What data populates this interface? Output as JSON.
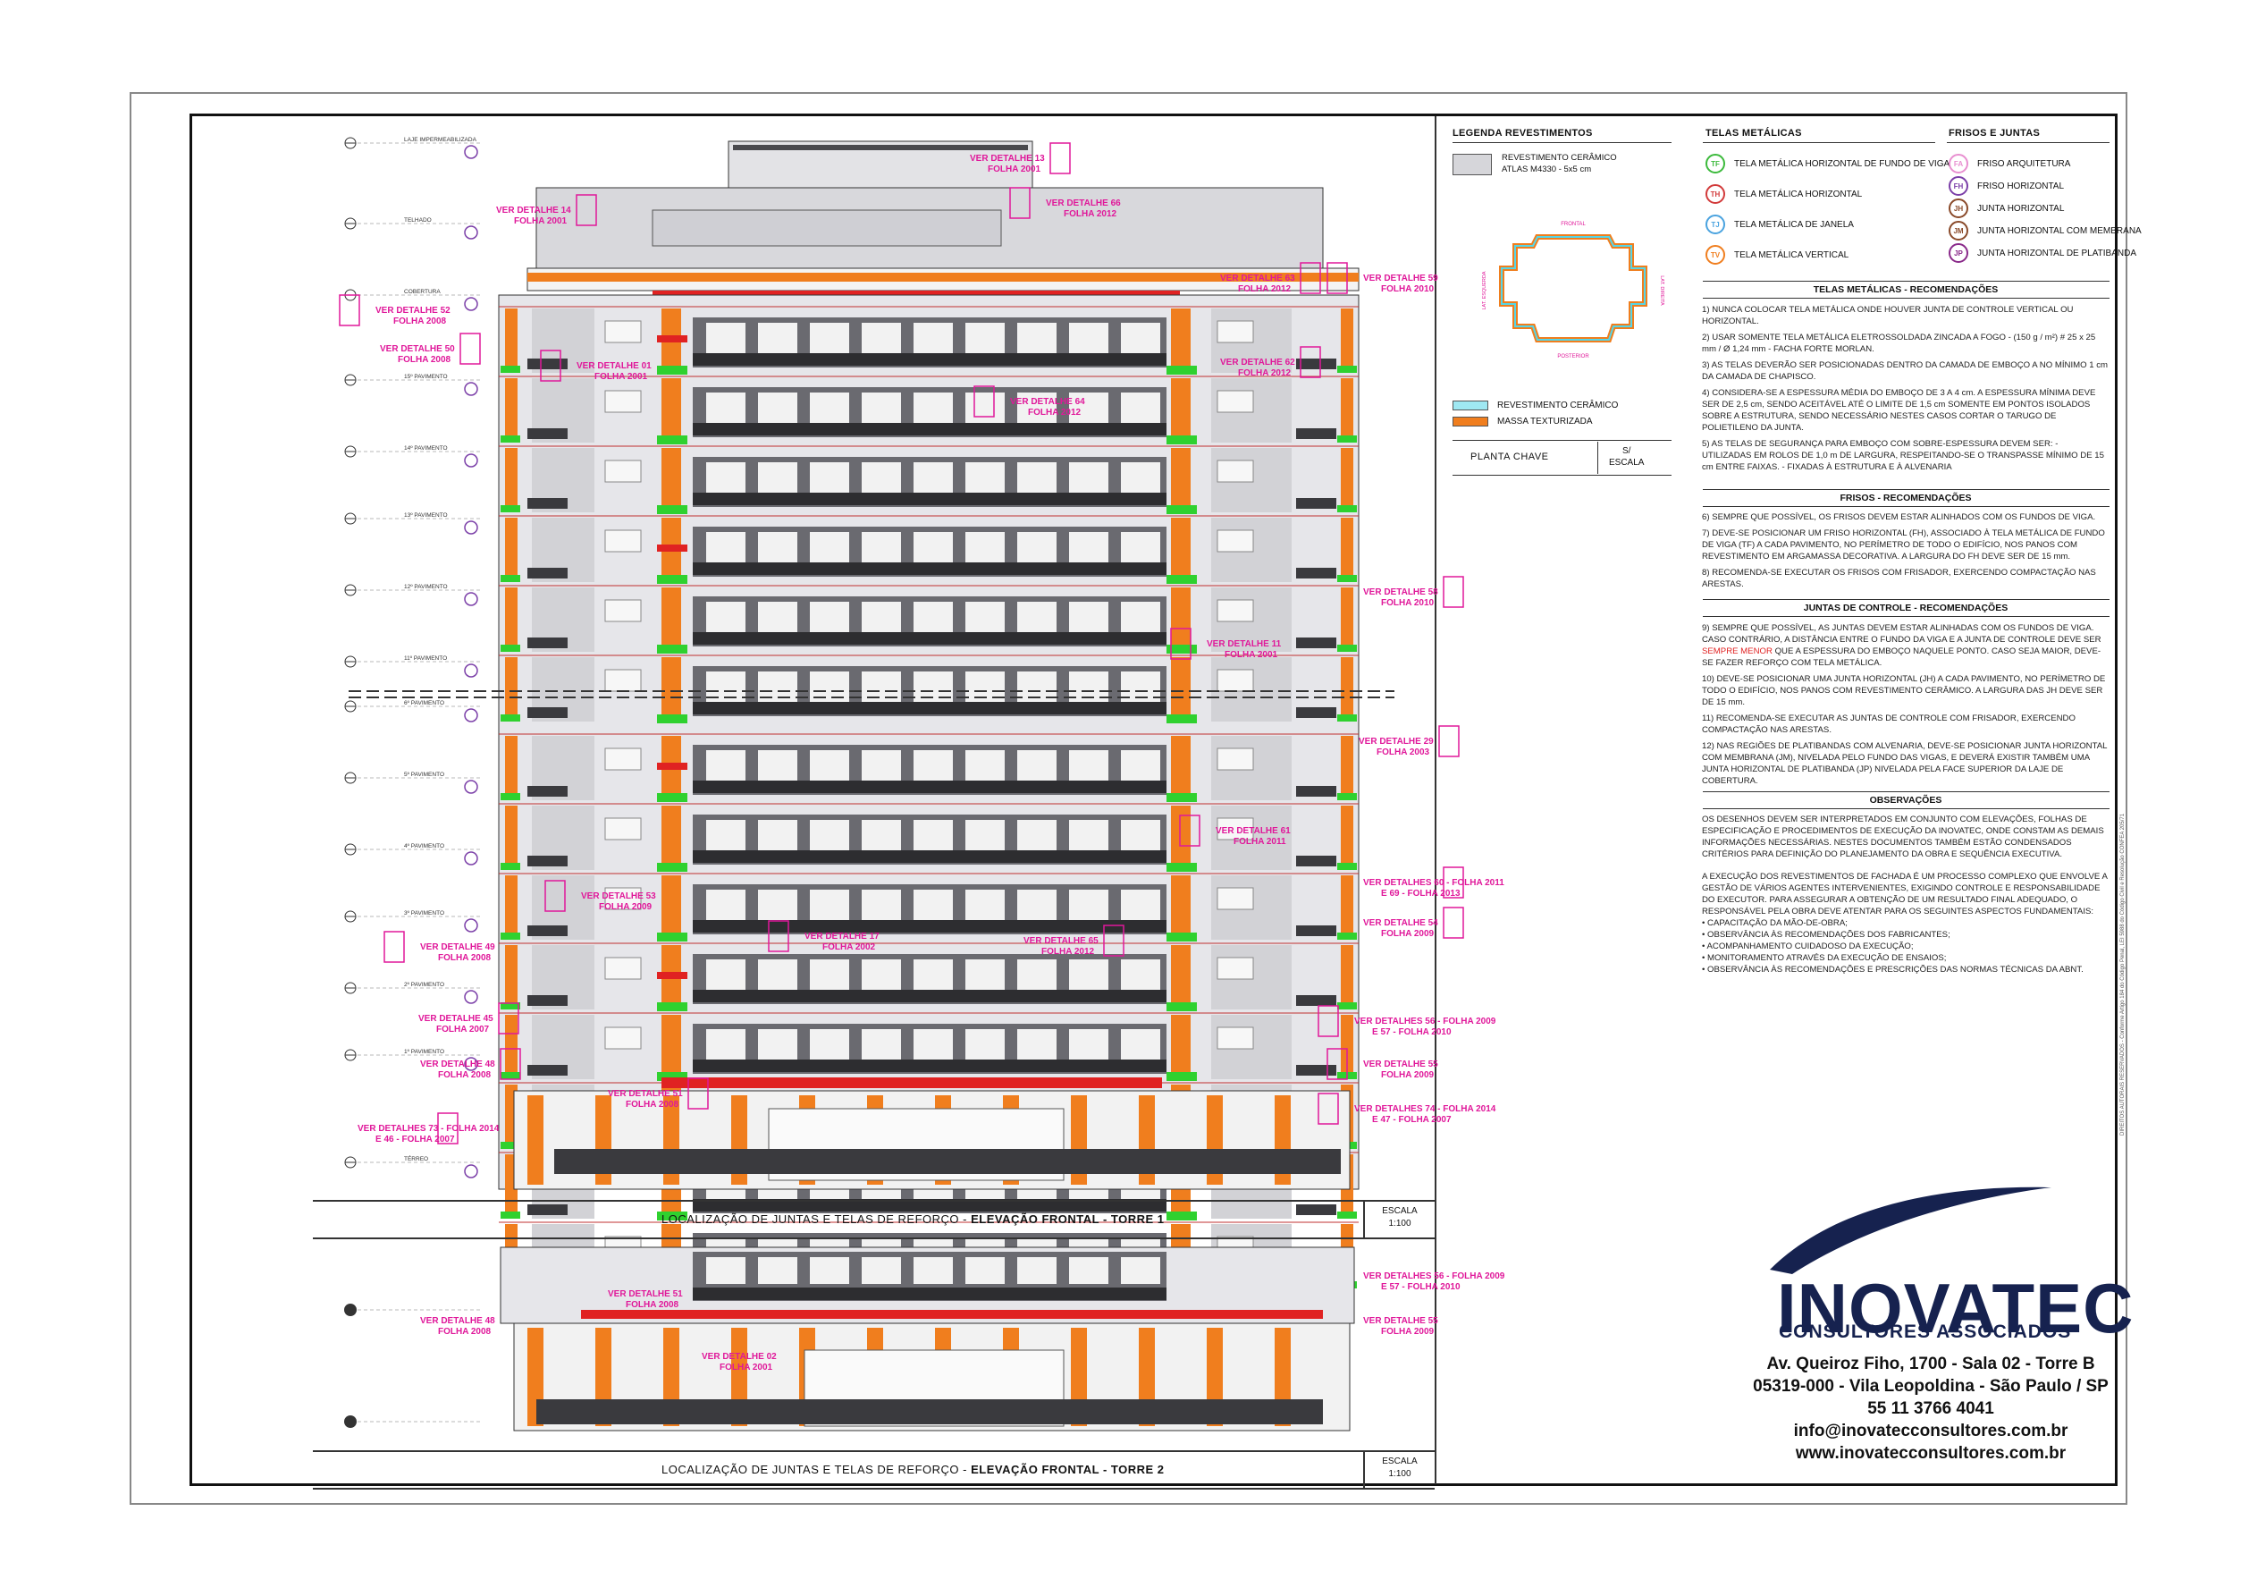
{
  "legend": {
    "title": "LEGENDA REVESTIMENTOS",
    "ceramic_label_1": "REVESTIMENTO CERÂMICO",
    "ceramic_label_2": "ATLAS M4330 - 5x5 cm",
    "key_ceramic": "REVESTIMENTO CERÂMICO",
    "key_mass": "MASSA TEXTURIZADA",
    "plan_label": "PLANTA CHAVE",
    "plan_scale_1": "S/",
    "plan_scale_2": "ESCALA",
    "plan_front": "FRONTAL",
    "plan_back": "POSTERIOR",
    "plan_left": "LAT. ESQUERDA",
    "plan_right": "LAT. DIREITA"
  },
  "telas": {
    "title": "TELAS METÁLICAS",
    "items": [
      {
        "code": "TF",
        "label": "TELA METÁLICA HORIZONTAL DE FUNDO DE VIGA",
        "color": "#3cba3c"
      },
      {
        "code": "TH",
        "label": "TELA METÁLICA HORIZONTAL",
        "color": "#d23a3a"
      },
      {
        "code": "TJ",
        "label": "TELA METÁLICA DE JANELA",
        "color": "#4aa3df"
      },
      {
        "code": "TV",
        "label": "TELA METÁLICA VERTICAL",
        "color": "#f07e1e"
      }
    ]
  },
  "frisos": {
    "title": "FRISOS E JUNTAS",
    "items": [
      {
        "code": "FA",
        "label": "FRISO ARQUITETURA",
        "color": "#e88fd0"
      },
      {
        "code": "FH",
        "label": "FRISO HORIZONTAL",
        "color": "#7b3fa8"
      },
      {
        "code": "JH",
        "label": "JUNTA HORIZONTAL",
        "color": "#8a4a2a"
      },
      {
        "code": "JM",
        "label": "JUNTA HORIZONTAL COM MEMBRANA",
        "color": "#8a4a2a"
      },
      {
        "code": "JP",
        "label": "JUNTA HORIZONTAL DE PLATIBANDA",
        "color": "#8a2a8a"
      }
    ]
  },
  "recs": {
    "telas_title": "TELAS METÁLICAS - RECOMENDAÇÕES",
    "telas_text": [
      "1) NUNCA COLOCAR TELA METÁLICA ONDE HOUVER JUNTA DE CONTROLE VERTICAL OU HORIZONTAL.",
      "2) USAR SOMENTE TELA METÁLICA ELETROSSOLDADA ZINCADA A FOGO - (150 g / m²) # 25 x 25 mm / Ø 1,24 mm - FACHA FORTE MORLAN.",
      "3) AS TELAS DEVERÃO SER POSICIONADAS DENTRO DA CAMADA DE EMBOÇO A NO MÍNIMO 1 cm DA CAMADA DE CHAPISCO.",
      "4) CONSIDERA-SE A ESPESSURA MÉDIA DO EMBOÇO DE 3 A 4 cm. A ESPESSURA MÍNIMA DEVE SER DE 2,5 cm, SENDO ACEITÁVEL ATÉ O LIMITE DE 1,5 cm SOMENTE EM PONTOS ISOLADOS SOBRE A ESTRUTURA, SENDO NECESSÁRIO NESTES CASOS CORTAR O TARUGO DE POLIETILENO DA JUNTA.",
      "5) AS TELAS DE SEGURANÇA PARA EMBOÇO COM SOBRE-ESPESSURA DEVEM SER: - UTILIZADAS EM ROLOS DE 1,0 m DE LARGURA, RESPEITANDO-SE O TRANSPASSE MÍNIMO DE 15 cm ENTRE FAIXAS. - FIXADAS À ESTRUTURA E À ALVENARIA"
    ],
    "frisos_title": "FRISOS - RECOMENDAÇÕES",
    "frisos_text": [
      "6) SEMPRE QUE POSSÍVEL, OS FRISOS DEVEM ESTAR ALINHADOS COM OS FUNDOS DE VIGA.",
      "7) DEVE-SE POSICIONAR UM FRISO HORIZONTAL (FH), ASSOCIADO À TELA METÁLICA DE FUNDO DE VIGA (TF) A CADA PAVIMENTO, NO PERÍMETRO DE TODO O EDIFÍCIO, NOS PANOS COM REVESTIMENTO EM ARGAMASSA DECORATIVA. A LARGURA DO FH DEVE SER DE 15 mm.",
      "8) RECOMENDA-SE EXECUTAR OS FRISOS COM FRISADOR, EXERCENDO COMPACTAÇÃO NAS ARESTAS."
    ],
    "juntas_title": "JUNTAS DE CONTROLE - RECOMENDAÇÕES",
    "juntas_text_a": "9) SEMPRE QUE POSSÍVEL, AS JUNTAS DEVEM ESTAR ALINHADAS COM OS FUNDOS DE VIGA. CASO CONTRÁRIO, A DISTÂNCIA ENTRE O FUNDO DA VIGA E A JUNTA DE CONTROLE DEVE SER ",
    "juntas_text_red": "SEMPRE MENOR",
    "juntas_text_b": " QUE A ESPESSURA DO EMBOÇO NAQUELE PONTO. CASO SEJA MAIOR, DEVE-SE FAZER REFORÇO COM TELA METÁLICA.",
    "juntas_text": [
      "10) DEVE-SE POSICIONAR UMA JUNTA HORIZONTAL (JH) A CADA PAVIMENTO, NO PERÍMETRO DE TODO O EDIFÍCIO, NOS PANOS COM REVESTIMENTO CERÂMICO. A LARGURA DAS JH DEVE SER DE 15 mm.",
      "11) RECOMENDA-SE EXECUTAR AS JUNTAS DE CONTROLE COM FRISADOR, EXERCENDO COMPACTAÇÃO NAS ARESTAS.",
      "12) NAS REGIÕES DE PLATIBANDAS COM ALVENARIA, DEVE-SE POSICIONAR JUNTA HORIZONTAL COM MEMBRANA (JM), NIVELADA PELO FUNDO DAS VIGAS, E DEVERÁ EXISTIR TAMBÉM UMA JUNTA HORIZONTAL DE PLATIBANDA (JP) NIVELADA PELA FACE SUPERIOR DA LAJE DE COBERTURA."
    ],
    "obs_title": "OBSERVAÇÕES",
    "obs_p1": "OS DESENHOS DEVEM SER INTERPRETADOS EM CONJUNTO COM ELEVAÇÕES, FOLHAS DE ESPECIFICAÇÃO E PROCEDIMENTOS DE EXECUÇÃO DA INOVATEC, ONDE CONSTAM AS DEMAIS INFORMAÇÕES NECESSÁRIAS. NESTES DOCUMENTOS TAMBÉM ESTÃO CONDENSADOS CRITÉRIOS PARA DEFINIÇÃO DO PLANEJAMENTO DA OBRA E SEQUÊNCIA EXECUTIVA.",
    "obs_p2": "A EXECUÇÃO DOS REVESTIMENTOS DE FACHADA É UM PROCESSO COMPLEXO QUE ENVOLVE A GESTÃO DE VÁRIOS AGENTES INTERVENIENTES, EXIGINDO CONTROLE E RESPONSABILIDADE DO EXECUTOR. PARA ASSEGURAR A OBTENÇÃO DE UM RESULTADO FINAL ADEQUADO, O RESPONSÁVEL PELA OBRA DEVE ATENTAR PARA OS SEGUINTES ASPECTOS FUNDAMENTAIS:",
    "obs_bullets": [
      "• CAPACITAÇÃO DA MÃO-DE-OBRA;",
      "• OBSERVÂNCIA ÀS RECOMENDAÇÕES DOS FABRICANTES;",
      "• ACOMPANHAMENTO CUIDADOSO DA EXECUÇÃO;",
      "• MONITORAMENTO ATRAVÉS DA EXECUÇÃO DE ENSAIOS;",
      "• OBSERVÂNCIA ÀS RECOMENDAÇÕES E PRESCRIÇÕES DAS NORMAS TÉCNICAS DA ABNT."
    ]
  },
  "titles": {
    "t1_a": "LOCALIZAÇÃO DE JUNTAS E TELAS DE REFORÇO - ",
    "t1_b": "ELEVAÇÃO FRONTAL - TORRE 1",
    "t2_a": "LOCALIZAÇÃO DE JUNTAS E TELAS DE REFORÇO - ",
    "t2_b": "ELEVAÇÃO FRONTAL - TORRE 2",
    "escala": "ESCALA",
    "scale": "1:100"
  },
  "company": {
    "name": "INOVATEC",
    "sub": "CONSULTORES ASSOCIADOS",
    "addr1": "Av. Queiroz Fiho, 1700 - Sala 02 - Torre B",
    "addr2": "05319-000 - Vila Leopoldina - São Paulo / SP",
    "phone": "55 11 3766 4041",
    "email": "info@inovatecconsultores.com.br",
    "web": "www.inovatecconsultores.com.br",
    "side_note": "DIREITOS AUTORAIS RESERVADOS - Conforme Artigo 184 do Código Penal, LEI 5988 do Código Civil e Resolução CONFEA 205/71"
  },
  "levels": [
    {
      "label": "LAJE IMPERMEABILIZADA"
    },
    {
      "label": "TELHADO"
    },
    {
      "label": "COBERTURA"
    },
    {
      "label": "15º PAVIMENTO"
    },
    {
      "label": "14º PAVIMENTO"
    },
    {
      "label": "13º PAVIMENTO"
    },
    {
      "label": "12º PAVIMENTO"
    },
    {
      "label": "11º PAVIMENTO"
    },
    {
      "label": "6º PAVIMENTO"
    },
    {
      "label": "5º PAVIMENTO"
    },
    {
      "label": "4º PAVIMENTO"
    },
    {
      "label": "3º PAVIMENTO"
    },
    {
      "label": "2º PAVIMENTO"
    },
    {
      "label": "1º PAVIMENTO"
    },
    {
      "label": "TÉRREO"
    }
  ],
  "callouts": [
    {
      "l1": "VER DETALHE 14",
      "l2": "FOLHA 2001"
    },
    {
      "l1": "VER DETALHE 52",
      "l2": "FOLHA 2008"
    },
    {
      "l1": "VER DETALHE 50",
      "l2": "FOLHA 2008"
    },
    {
      "l1": "VER DETALHE 01",
      "l2": "FOLHA 2001"
    },
    {
      "l1": "VER DETALHE 13",
      "l2": "FOLHA 2001"
    },
    {
      "l1": "VER DETALHE 66",
      "l2": "FOLHA 2012"
    },
    {
      "l1": "VER DETALHE 63",
      "l2": "FOLHA 2012"
    },
    {
      "l1": "VER DETALHE 59",
      "l2": "FOLHA 2010"
    },
    {
      "l1": "VER DETALHE 62",
      "l2": "FOLHA 2012"
    },
    {
      "l1": "VER DETALHE 64",
      "l2": "FOLHA 2012"
    },
    {
      "l1": "VER DETALHE 58",
      "l2": "FOLHA 2010"
    },
    {
      "l1": "VER DETALHE 11",
      "l2": "FOLHA 2001"
    },
    {
      "l1": "VER DETALHE 29",
      "l2": "FOLHA 2003"
    },
    {
      "l1": "VER DETALHE 61",
      "l2": "FOLHA 2011"
    },
    {
      "l1": "VER DETALHES 60 - FOLHA 2011",
      "l2": "E 69 - FOLHA 2013"
    },
    {
      "l1": "VER DETALHE 53",
      "l2": "FOLHA 2009"
    },
    {
      "l1": "VER DETALHE 54",
      "l2": "FOLHA 2009"
    },
    {
      "l1": "VER DETALHE 17",
      "l2": "FOLHA 2002"
    },
    {
      "l1": "VER DETALHE 65",
      "l2": "FOLHA 2012"
    },
    {
      "l1": "VER DETALHE 49",
      "l2": "FOLHA 2008"
    },
    {
      "l1": "VER DETALHE 45",
      "l2": "FOLHA 2007"
    },
    {
      "l1": "VER DETALHES 56 - FOLHA 2009",
      "l2": "E 57 - FOLHA 2010"
    },
    {
      "l1": "VER DETALHE 48",
      "l2": "FOLHA 2008"
    },
    {
      "l1": "VER DETALHE 55",
      "l2": "FOLHA 2009"
    },
    {
      "l1": "VER DETALHE 51",
      "l2": "FOLHA 2008"
    },
    {
      "l1": "VER DETALHES 74 - FOLHA 2014",
      "l2": "E 47 - FOLHA 2007"
    },
    {
      "l1": "VER DETALHES 73 - FOLHA 2014",
      "l2": "E 46 - FOLHA 2007"
    }
  ],
  "callouts2": [
    {
      "l1": "VER DETALHES 56 - FOLHA 2009",
      "l2": "E 57 - FOLHA 2010"
    },
    {
      "l1": "VER DETALHE 48",
      "l2": "FOLHA 2008"
    },
    {
      "l1": "VER DETALHE 51",
      "l2": "FOLHA 2008"
    },
    {
      "l1": "VER DETALHE 55",
      "l2": "FOLHA 2009"
    },
    {
      "l1": "VER DETALHE 02",
      "l2": "FOLHA 2001"
    }
  ],
  "colors": {
    "orange": "#f07e1e",
    "green": "#2fd12f",
    "red": "#e02222",
    "magenta": "#e0189a",
    "ceramic": "#d8d8dc",
    "dark": "#4a4a4e",
    "brand": "#16224f"
  }
}
